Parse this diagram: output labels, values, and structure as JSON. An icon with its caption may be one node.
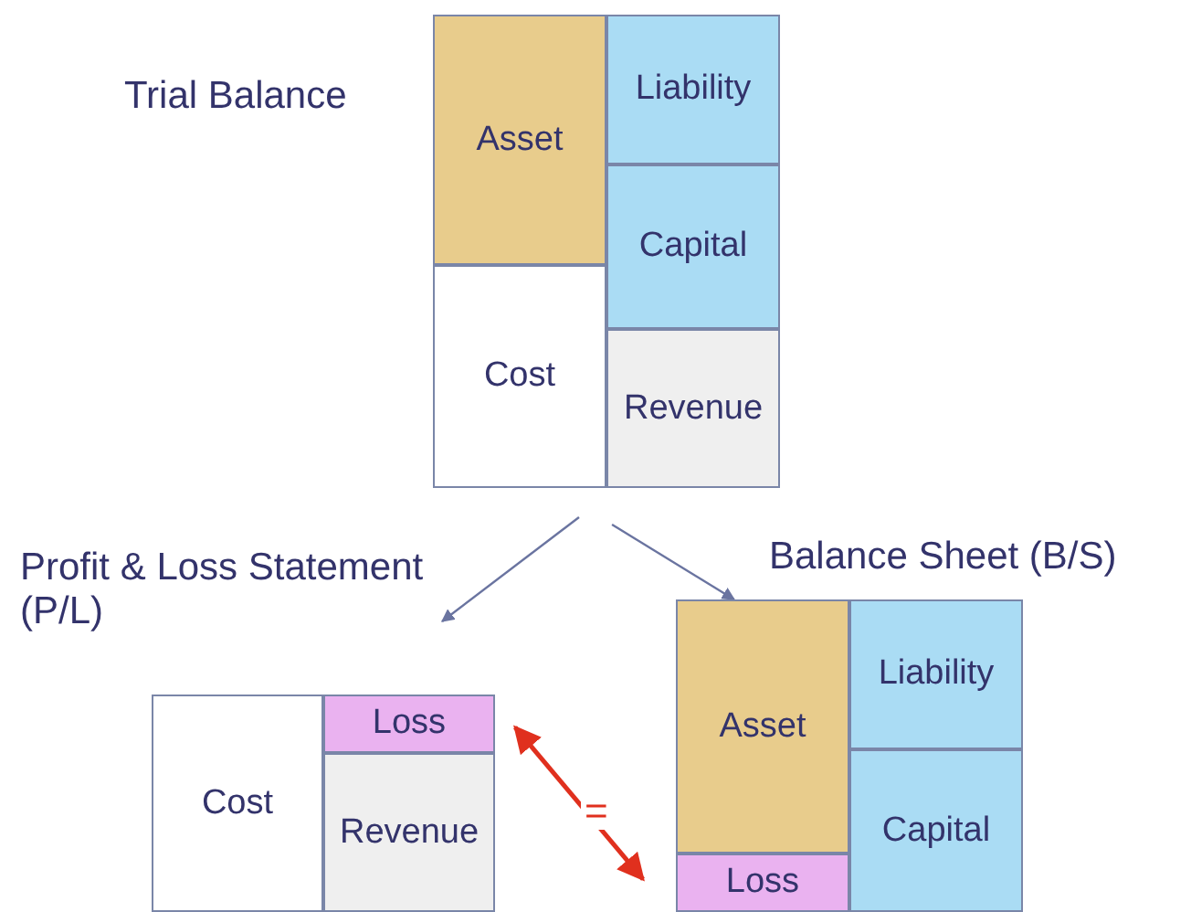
{
  "diagram": {
    "nodes": [
      {
        "text": [
          "Trial Balance"
        ]
      },
      {
        "text": [
          "Asset"
        ],
        "in": 0
      },
      {
        "text": [
          "Liability"
        ],
        "in": 0
      },
      {
        "text": [
          "Capital"
        ],
        "in": 0
      },
      {
        "text": [
          "Cost"
        ],
        "in": 0
      },
      {
        "text": [
          "Revenue"
        ],
        "in": 0
      },
      {
        "text": [
          "Profit & Loss Statement (P/L)"
        ]
      },
      {
        "text": [
          "Loss"
        ],
        "in": 6
      },
      {
        "text": [
          "Cost"
        ],
        "in": 6
      },
      {
        "text": [
          "Revenue"
        ],
        "in": 6
      },
      {
        "text": [
          "Balance Sheet (B/S)"
        ]
      },
      {
        "text": [
          "Asset"
        ],
        "in": 10
      },
      {
        "text": [
          "Liability"
        ],
        "in": 10
      },
      {
        "text": [
          "Loss"
        ],
        "in": 10
      },
      {
        "text": [
          "Capital"
        ],
        "in": 10
      }
    ],
    "edges": [
      {
        "from": 0,
        "to": 6,
        "arrow": "to"
      },
      {
        "from": 0,
        "to": 10,
        "arrow": "to"
      },
      {
        "from": 7,
        "to": 13,
        "arrow": "both",
        "label": "=",
        "color": "#e0301e"
      }
    ]
  }
}
